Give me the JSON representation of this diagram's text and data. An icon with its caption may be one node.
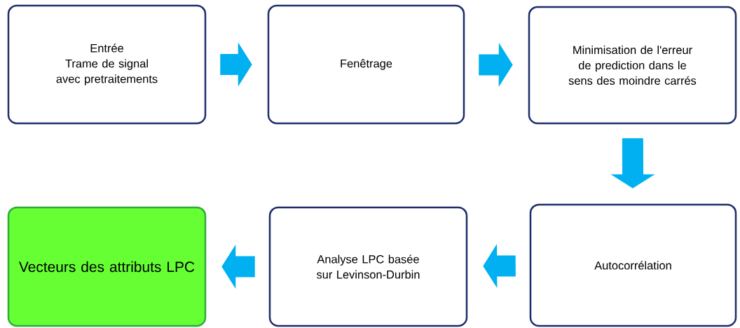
{
  "diagram": {
    "nodes": [
      {
        "text": [
          "Entrée",
          "Trame de signal avec pretraitements"
        ]
      },
      {
        "text": [
          "Fenêtrage"
        ]
      },
      {
        "text": [
          "Minimisation de l'erreur de prediction dans le sens des moindre carrés"
        ]
      },
      {
        "text": [
          "Autocorrélation"
        ]
      },
      {
        "text": [
          "Analyse LPC basée sur Levinson-Durbin"
        ]
      },
      {
        "text": [
          "Vecteurs des attributs LPC"
        ]
      }
    ],
    "edges": [
      {
        "from": 0,
        "to": 1,
        "arrow": "to"
      },
      {
        "from": 1,
        "to": 2,
        "arrow": "to"
      },
      {
        "from": 2,
        "to": 3,
        "arrow": "to"
      },
      {
        "from": 3,
        "to": 4,
        "arrow": "to"
      },
      {
        "from": 4,
        "to": 5,
        "arrow": "to"
      }
    ]
  }
}
